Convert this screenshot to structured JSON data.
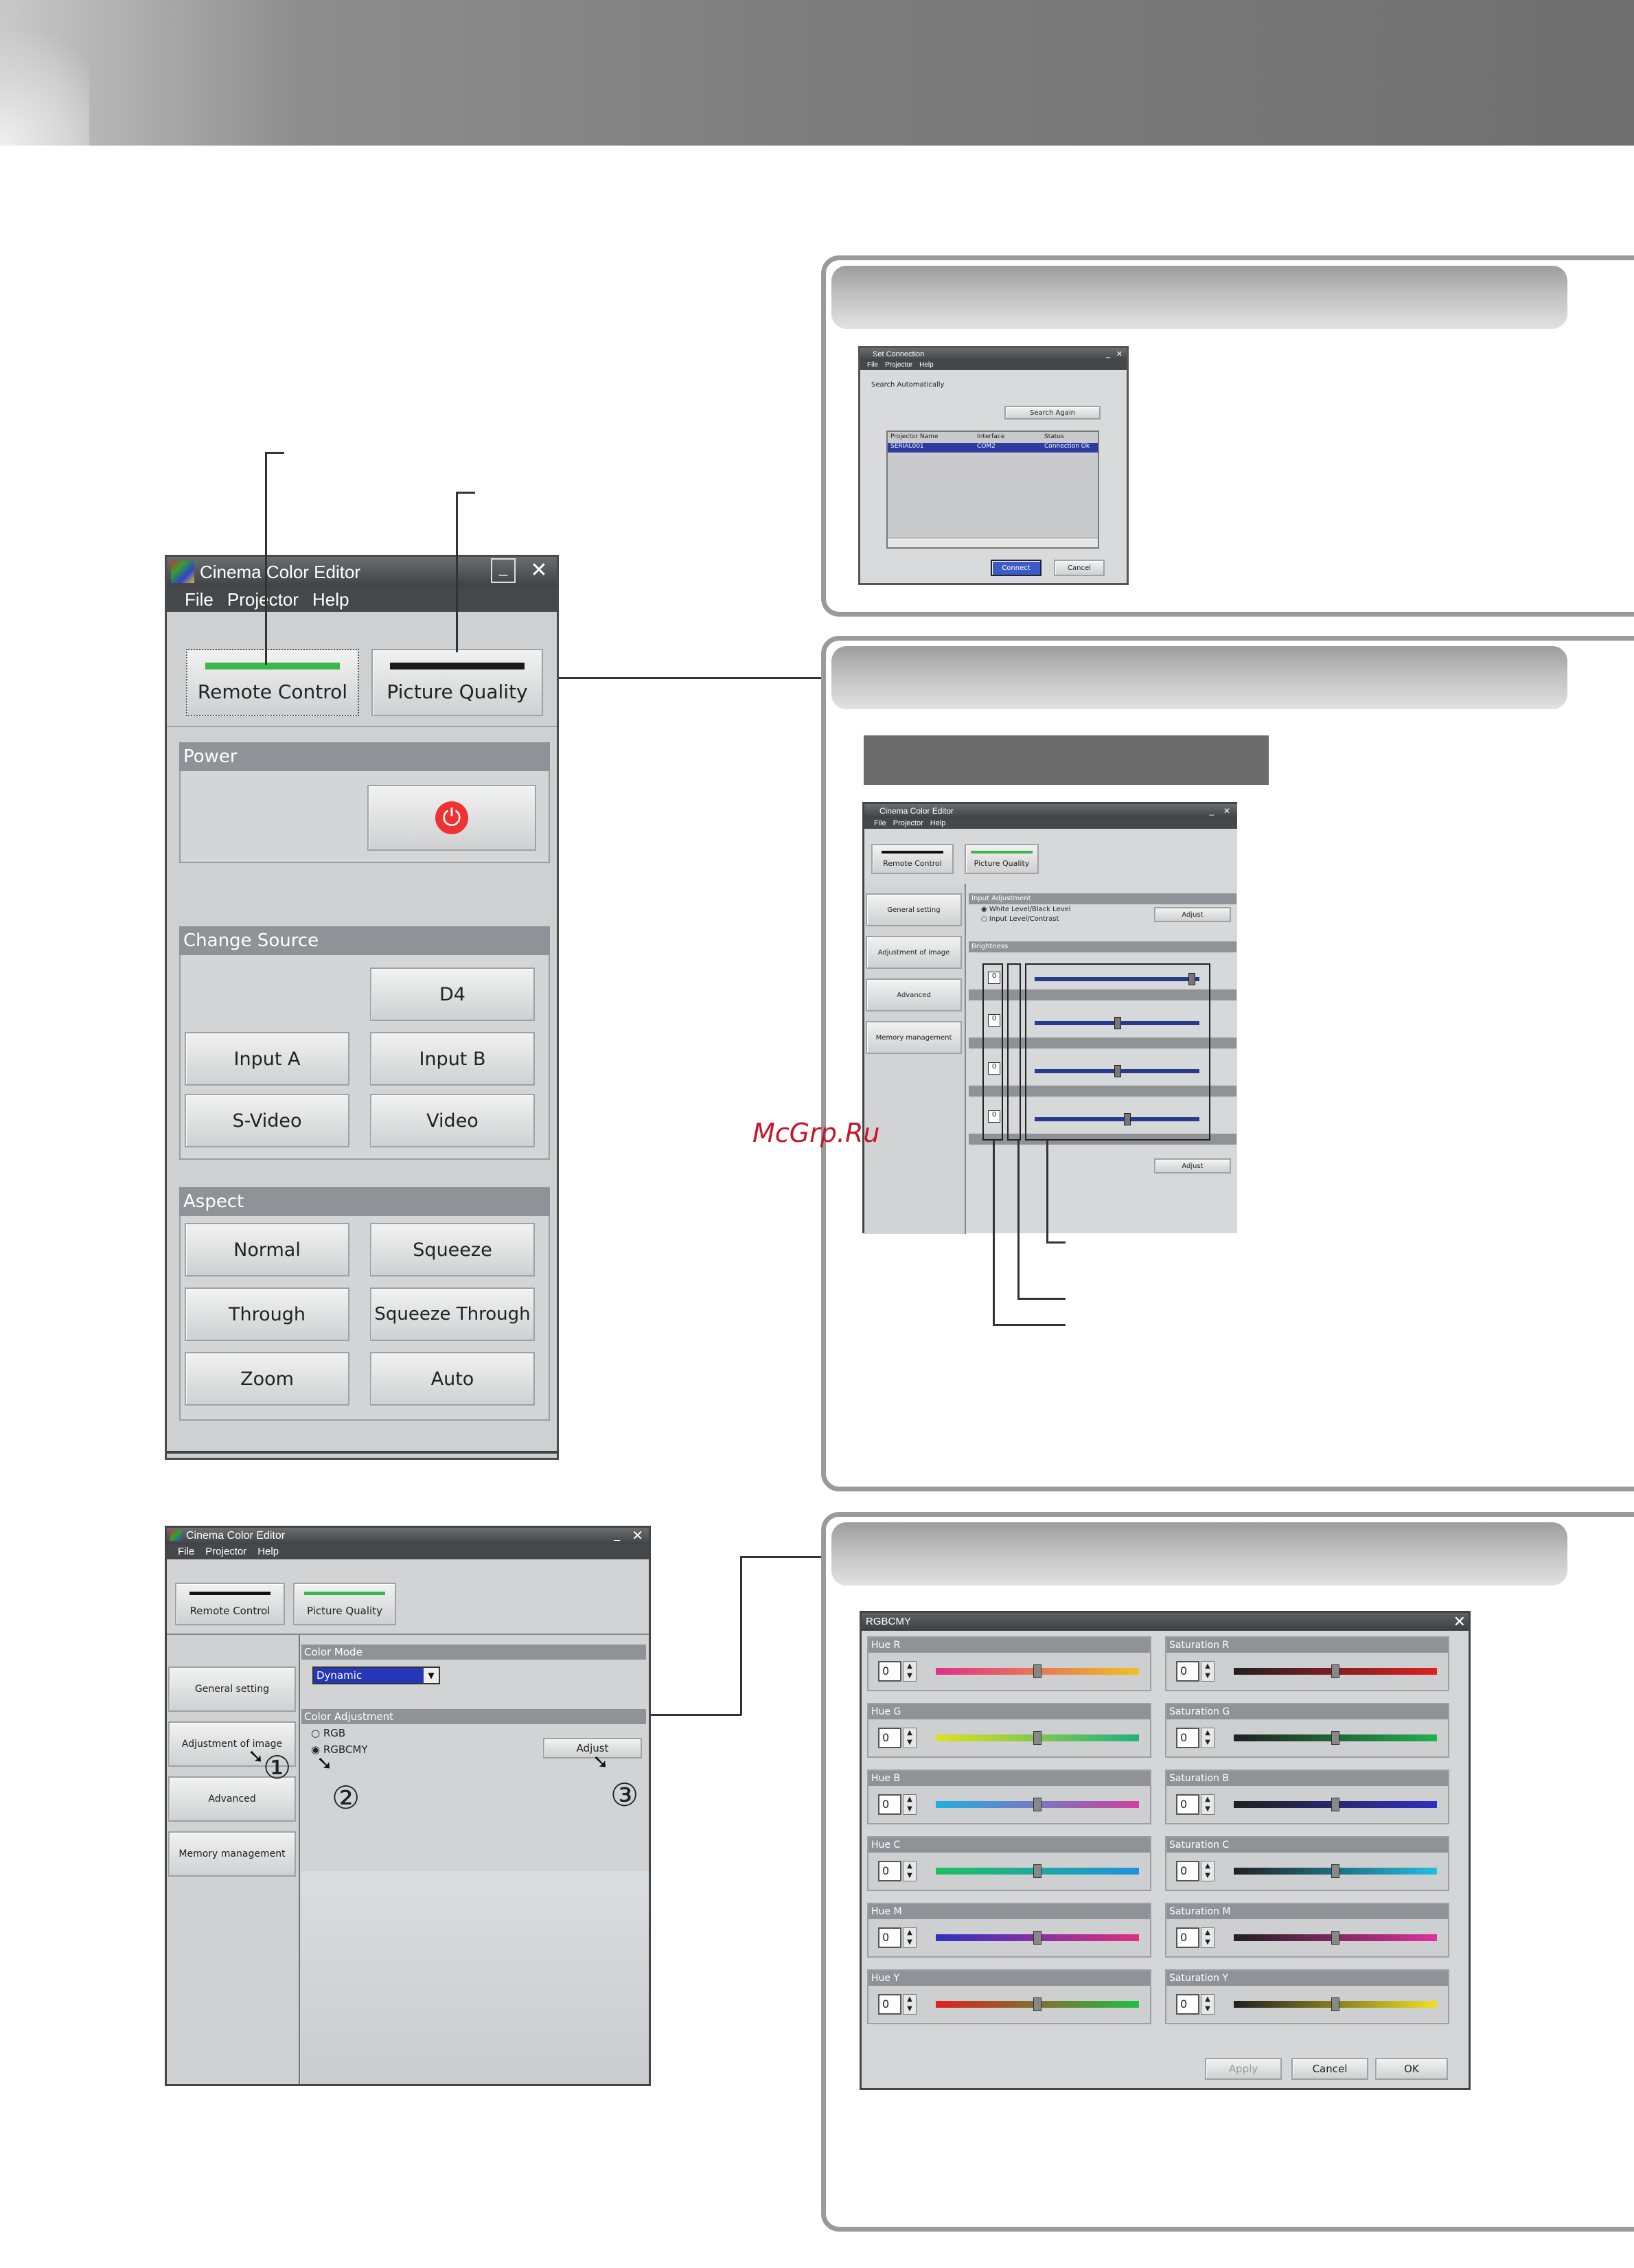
{
  "watermark": "McGrp.Ru",
  "main_window": {
    "title": "Cinema Color Editor",
    "menu": [
      "File",
      "Projector",
      "Help"
    ],
    "tabs": {
      "remote": "Remote Control",
      "picture": "Picture Quality"
    },
    "power": {
      "header": "Power"
    },
    "source": {
      "header": "Change Source",
      "buttons": [
        "D4",
        "Input A",
        "Input B",
        "S-Video",
        "Video"
      ]
    },
    "aspect": {
      "header": "Aspect",
      "buttons": [
        "Normal",
        "Squeeze",
        "Through",
        "Squeeze Through",
        "Zoom",
        "Auto"
      ]
    }
  },
  "set_connection": {
    "title": "Set Connection",
    "menu": [
      "File",
      "Projector",
      "Help"
    ],
    "tab": "Search Automatically",
    "search_again": "Search Again",
    "columns": [
      "Projector Name",
      "Interface",
      "Status"
    ],
    "row": [
      "SERIAL001",
      "COM2",
      "Connection Ok"
    ],
    "connect": "Connect",
    "cancel": "Cancel"
  },
  "picture_small": {
    "title": "Cinema Color Editor",
    "menu": [
      "File",
      "Projector",
      "Help"
    ],
    "tabs": [
      "Remote Control",
      "Picture Quality"
    ],
    "side": [
      "General setting",
      "Adjustment of image",
      "Advanced",
      "Memory management"
    ],
    "input_adjustment": "Input Adjustment",
    "radio1": "White Level/Black Level",
    "radio2": "Input Level/Contrast",
    "adjust": "Adjust",
    "brightness": "Brightness",
    "values": [
      "0",
      "0",
      "0",
      "0"
    ]
  },
  "color_window": {
    "title": "Cinema Color Editor",
    "menu": [
      "File",
      "Projector",
      "Help"
    ],
    "tabs": [
      "Remote Control",
      "Picture Quality"
    ],
    "side": [
      "General setting",
      "Adjustment of image",
      "Advanced",
      "Memory management"
    ],
    "color_mode": "Color Mode",
    "mode_value": "Dynamic",
    "color_adjustment": "Color Adjustment",
    "rgb": "RGB",
    "rgbcmy": "RGBCMY",
    "adjust": "Adjust",
    "markers": [
      "①",
      "②",
      "③"
    ]
  },
  "rgbcmy_dialog": {
    "title": "RGBCMY",
    "groups": [
      {
        "label": "Hue R",
        "value": "0",
        "colors": [
          "#e0308a",
          "#f0c020"
        ]
      },
      {
        "label": "Saturation R",
        "value": "0",
        "colors": [
          "#202020",
          "#e02020"
        ]
      },
      {
        "label": "Hue G",
        "value": "0",
        "colors": [
          "#e0e020",
          "#20b080"
        ]
      },
      {
        "label": "Saturation G",
        "value": "0",
        "colors": [
          "#202020",
          "#20b050"
        ]
      },
      {
        "label": "Hue B",
        "value": "0",
        "colors": [
          "#20b0e0",
          "#d040a0"
        ]
      },
      {
        "label": "Saturation B",
        "value": "0",
        "colors": [
          "#202020",
          "#3030c0"
        ]
      },
      {
        "label": "Hue C",
        "value": "0",
        "colors": [
          "#20c060",
          "#2090e0"
        ]
      },
      {
        "label": "Saturation C",
        "value": "0",
        "colors": [
          "#202020",
          "#20c0e0"
        ]
      },
      {
        "label": "Hue M",
        "value": "0",
        "colors": [
          "#3030c0",
          "#e03080"
        ]
      },
      {
        "label": "Saturation M",
        "value": "0",
        "colors": [
          "#202020",
          "#e030a0"
        ]
      },
      {
        "label": "Hue Y",
        "value": "0",
        "colors": [
          "#e02020",
          "#20c040"
        ]
      },
      {
        "label": "Saturation Y",
        "value": "0",
        "colors": [
          "#202020",
          "#f0e020"
        ]
      }
    ],
    "apply": "Apply",
    "cancel": "Cancel",
    "ok": "OK"
  }
}
